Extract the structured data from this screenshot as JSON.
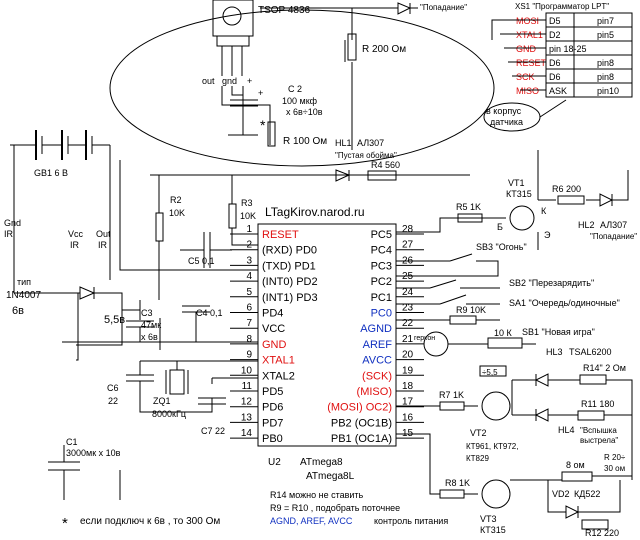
{
  "header": {
    "sensor": "TSOP 4836",
    "hit_top": "\"Попадание\"",
    "r_top": "R 200 Ом",
    "pins": [
      "out",
      "gnd",
      "+"
    ],
    "c2": "C 2",
    "c2_val": "100 мкф",
    "c2_volt": "х 6в÷10в",
    "r100": "R 100 Ом",
    "hl1": "HL1",
    "hl1_type": "АЛ307",
    "hl1_note": "\"Пустая обойма\"",
    "to_case": "в корпус датчика",
    "to_case_1": "в корпус",
    "to_case_2": "датчика"
  },
  "lpt": {
    "title": "XS1 \"Программатор LPT\"",
    "rows": [
      {
        "sig": "MOSI",
        "d": "D5",
        "pin": "pin7",
        "color": "#e01010"
      },
      {
        "sig": "XTAL1",
        "d": "D2",
        "pin": "pin5",
        "color": "#e01010"
      },
      {
        "sig": "GND",
        "d": "pin 18-25",
        "pin": "",
        "color": "#e01010"
      },
      {
        "sig": "RESET",
        "d": "D6",
        "pin": "pin8",
        "color": "#e01010"
      },
      {
        "sig": "SCK",
        "d": "D6",
        "pin": "pin8",
        "color": "#e01010"
      },
      {
        "sig": "MISO",
        "d": "ASK",
        "pin": "pin10",
        "color": "#e01010"
      }
    ]
  },
  "power": {
    "gb1": "GB1 6  В",
    "gnd_ir": "Gnd\nIR",
    "gnd_ir_1": "Gnd",
    "gnd_ir_2": "IR",
    "vcc_ir_1": "Vcc",
    "vcc_ir_2": "IR",
    "out_ir_1": "Out",
    "out_ir_2": "IR",
    "diode_type": "тип",
    "diode": "1N4007",
    "v6": "6в",
    "v55": "5,5в",
    "r2": "R2",
    "r2v": "10K",
    "r3": "R3",
    "r3v": "10K",
    "r4": "R4 560",
    "c5": "C5  0,1",
    "c3": "C3",
    "c3v": "47мк",
    "c3x": "х 6в",
    "c4": "C4  0,1",
    "c6": "C6",
    "c6v": "22",
    "zq1": "ZQ1",
    "zq1v": "8000кГц",
    "c7": "C7  22",
    "c1": "C1",
    "c1v": "3000мк х 10в",
    "note_star": "если подключ к 6в , то 300 Ом"
  },
  "chip": {
    "site": "LTagKirov.narod.ru",
    "left_pins": [
      {
        "n": "1",
        "label": "RESET",
        "color": "#e01010"
      },
      {
        "n": "2",
        "label": "(RXD)  PD0",
        "color": "#000000"
      },
      {
        "n": "3",
        "label": "(TXD)  PD1",
        "color": "#000000"
      },
      {
        "n": "4",
        "label": "(INT0)  PD2",
        "color": "#000000"
      },
      {
        "n": "5",
        "label": "(INT1)  PD3",
        "color": "#000000"
      },
      {
        "n": "6",
        "label": "PD4",
        "color": "#000000"
      },
      {
        "n": "7",
        "label": "VCC",
        "color": "#000000"
      },
      {
        "n": "8",
        "label": "GND",
        "color": "#e01010"
      },
      {
        "n": "9",
        "label": "XTAL1",
        "color": "#e01010"
      },
      {
        "n": "10",
        "label": "XTAL2",
        "color": "#000000"
      },
      {
        "n": "11",
        "label": "PD5",
        "color": "#000000"
      },
      {
        "n": "12",
        "label": "PD6",
        "color": "#000000"
      },
      {
        "n": "13",
        "label": "PD7",
        "color": "#000000"
      },
      {
        "n": "14",
        "label": "PB0",
        "color": "#000000"
      }
    ],
    "right_pins": [
      {
        "n": "28",
        "label": "PC5",
        "color": "#000000"
      },
      {
        "n": "27",
        "label": "PC4",
        "color": "#000000"
      },
      {
        "n": "26",
        "label": "PC3",
        "color": "#000000"
      },
      {
        "n": "25",
        "label": "PC2",
        "color": "#000000"
      },
      {
        "n": "24",
        "label": "PC1",
        "color": "#000000"
      },
      {
        "n": "23",
        "label": "PC0",
        "color": "#1030c0"
      },
      {
        "n": "22",
        "label": "AGND",
        "color": "#1030c0"
      },
      {
        "n": "21",
        "label": "AREF",
        "color": "#1030c0"
      },
      {
        "n": "20",
        "label": "AVCC",
        "color": "#1030c0"
      },
      {
        "n": "19",
        "label": "(SCK)",
        "color": "#e01010"
      },
      {
        "n": "18",
        "label": "(MISO)",
        "color": "#e01010"
      },
      {
        "n": "17",
        "label": "(MOSI) OC2)",
        "color": "#e01010"
      },
      {
        "n": "16",
        "label": "PB2 (OC1B)",
        "color": "#000000"
      },
      {
        "n": "15",
        "label": "PB1 (OC1A)",
        "color": "#000000"
      }
    ],
    "u2": "U2",
    "part1": "ATmega8",
    "part2": "ATmega8L"
  },
  "right": {
    "vt1": "VT1",
    "vt1t": "КТ315",
    "k": "К",
    "b": "Б",
    "e": "Э",
    "r6": "R6 200",
    "hl2": "HL2",
    "hl2t": "АЛ307",
    "hl2n": "\"Попадание\"",
    "r5": "R5 1K",
    "sb3": "SB3  \"Огонь\"",
    "sb2": "SB2  \"Перезарядить\"",
    "sa1": "SA1  \"Очередь/одиночные\"",
    "r9": "R9 10K",
    "sb1": "SB1 \"Новая игра\"",
    "gerkon": "геркон",
    "r10": "10 К",
    "v55b": "÷5,5",
    "hl3": "HL3",
    "hl3t": "TSAL6200",
    "r14": "R14\"  2 Ом",
    "r11": "R11  180",
    "hl4": "HL4",
    "hl4n": "\"Вспышка",
    "hl4n2": "выстрела\"",
    "r7": "R7 1K",
    "vt2": "VT2",
    "vt2t": "КТ961, КТ972,",
    "vt2t2": "КТ829",
    "r8": "R8 1K",
    "vt3": "VT3",
    "vt3t": "КТ315",
    "r8om": "8 ом",
    "r20": "R 20÷",
    "r30": "30 ом",
    "vd2": "VD2",
    "vd2t": "КД522",
    "r12": "R12  220"
  },
  "notes": {
    "n1": "R14 можно не ставить",
    "n2": "R9 = R10 , подобрать поточнее",
    "n3": "AGND, AREF, AVCC",
    "n3b": "контроль питания"
  }
}
